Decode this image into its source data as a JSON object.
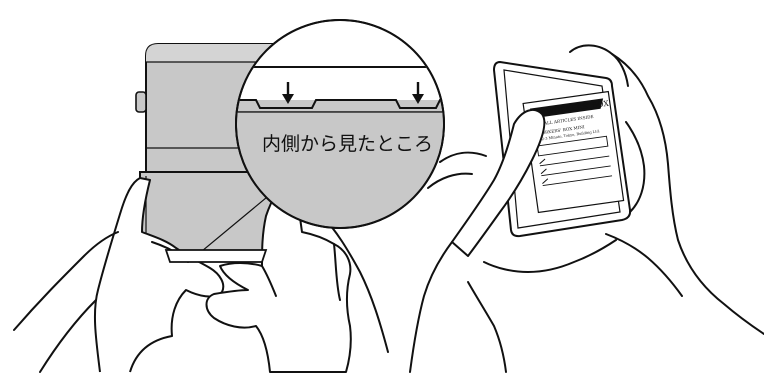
{
  "left_illustration": {
    "callout_label": "内側から見たところ",
    "colors": {
      "case_fill": "#c8c8c8",
      "case_light": "#d9d9d9",
      "ink": "#111111",
      "background": "#ffffff"
    }
  },
  "right_illustration": {
    "card": {
      "brand": "WORKERS' BOX",
      "line1": "ALL ARTICLES INSIDE",
      "line2": "WORKERS' BOX MINI",
      "line3": "1-2-3 Minato, Tokyo, Building Ltd."
    }
  }
}
